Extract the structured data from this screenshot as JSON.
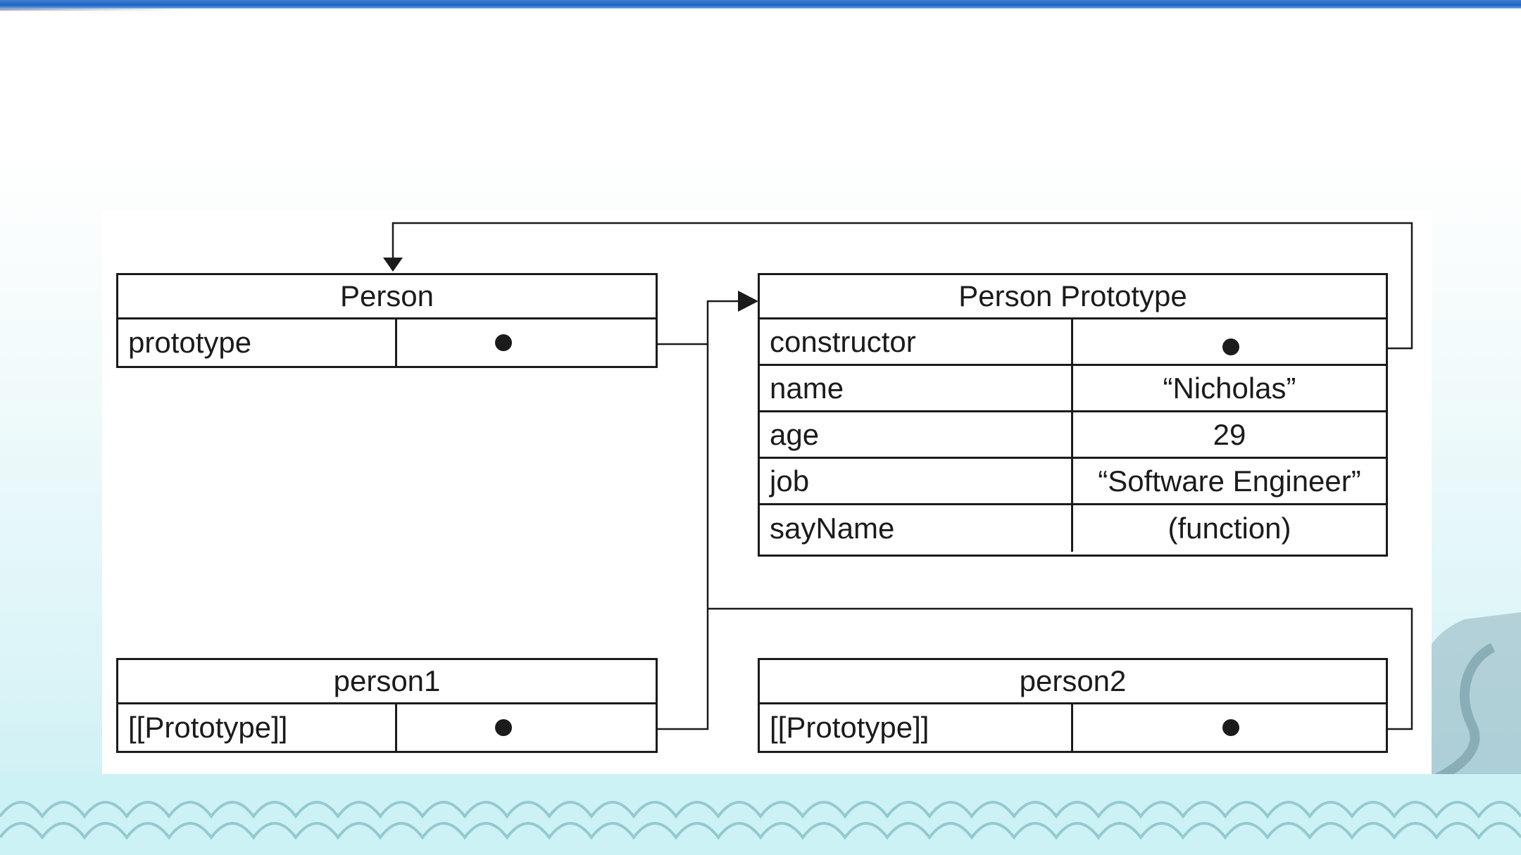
{
  "diagram": {
    "person": {
      "title": "Person",
      "rows": [
        {
          "key": "prototype",
          "value": ""
        }
      ]
    },
    "person_prototype": {
      "title": "Person Prototype",
      "rows": [
        {
          "key": "constructor",
          "value": ""
        },
        {
          "key": "name",
          "value": "“Nicholas”"
        },
        {
          "key": "age",
          "value": "29"
        },
        {
          "key": "job",
          "value": "“Software Engineer”"
        },
        {
          "key": "sayName",
          "value": "(function)"
        }
      ]
    },
    "person1": {
      "title": "person1",
      "rows": [
        {
          "key": "[[Prototype]]",
          "value": ""
        }
      ]
    },
    "person2": {
      "title": "person2",
      "rows": [
        {
          "key": "[[Prototype]]",
          "value": ""
        }
      ]
    },
    "edges": [
      {
        "from": "Person.prototype",
        "to": "Person Prototype"
      },
      {
        "from": "Person Prototype.constructor",
        "to": "Person"
      },
      {
        "from": "person1.[[Prototype]]",
        "to": "Person Prototype"
      },
      {
        "from": "person2.[[Prototype]]",
        "to": "Person Prototype"
      }
    ]
  },
  "colors": {
    "stroke": "#1b1b1b",
    "topbar": "#1f63c3",
    "background": "#ddf5f8"
  }
}
